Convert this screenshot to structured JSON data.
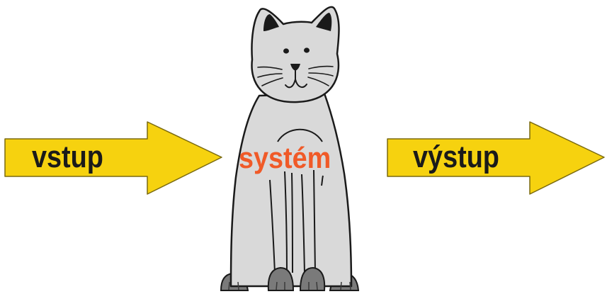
{
  "diagram": {
    "input_label": "vstup",
    "system_label": "systém",
    "output_label": "výstup"
  },
  "colors": {
    "arrow_fill": "#f6d20f",
    "arrow_stroke": "#7a6a10",
    "label_text": "#1a1a1a",
    "system_text": "#f05a28",
    "cat_fill": "#d9d9d9",
    "cat_stroke": "#1a1a1a",
    "paw_fill": "#7a7a7a"
  },
  "icons": {
    "subject": "cat-illustration"
  }
}
